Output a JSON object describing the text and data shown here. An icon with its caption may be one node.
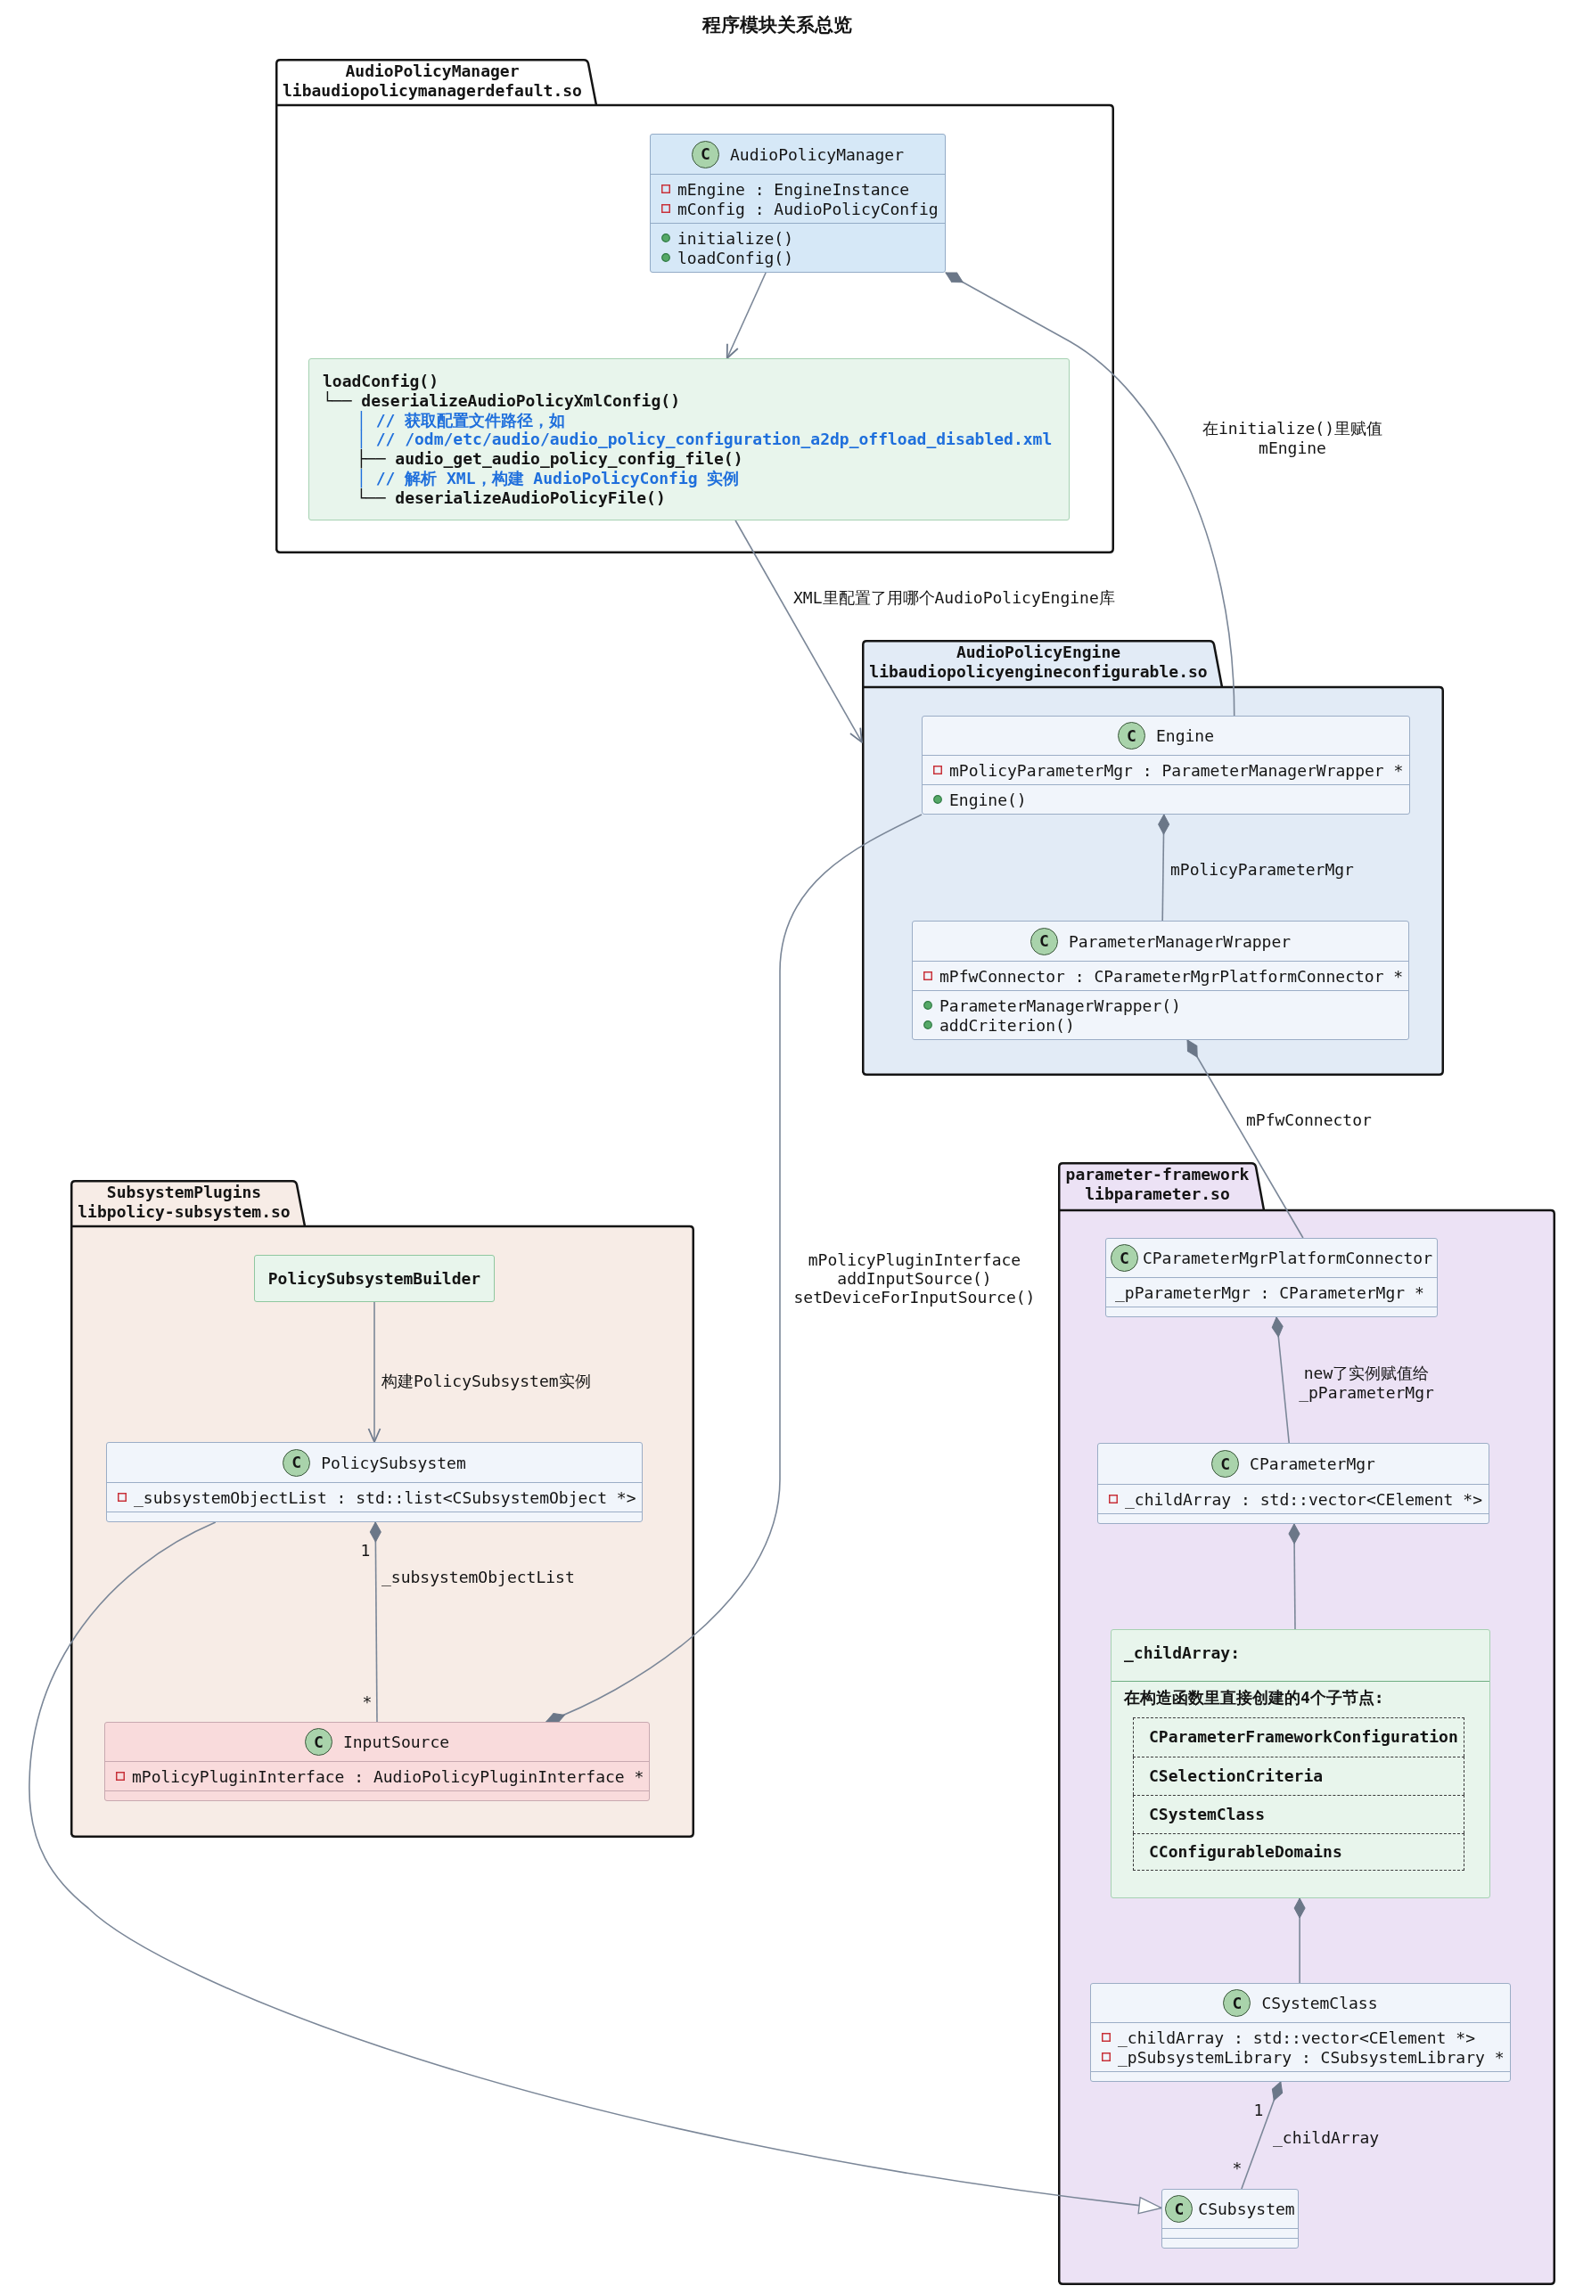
{
  "diagram": {
    "title": "程序模块关系总览",
    "nodes": [
      {
        "text": [
          "AudioPolicyManager",
          "libaudiopolicymanagerdefault.so"
        ]
      },
      {
        "text": [
          "C",
          "AudioPolicyManager",
          "mEngine : EngineInstance",
          "mConfig : AudioPolicyConfig",
          "initialize()",
          "loadConfig()"
        ],
        "in": 0
      },
      {
        "text": [
          "loadConfig()",
          "└── deserializeAudioPolicyXmlConfig()",
          "│ // 获取配置文件路径，如",
          "│ // /odm/etc/audio/audio_policy_configuration_a2dp_offload_disabled.xml",
          "├── audio_get_audio_policy_config_file()",
          "│ // 解析 XML，构建 AudioPolicyConfig 实例",
          "└── deserializeAudioPolicyFile()"
        ],
        "in": 0
      },
      {
        "text": [
          "AudioPolicyEngine",
          "libaudiopolicyengineconfigurable.so"
        ]
      },
      {
        "text": [
          "C",
          "Engine",
          "mPolicyParameterMgr : ParameterManagerWrapper *",
          "Engine()"
        ],
        "in": 3
      },
      {
        "text": [
          "C",
          "ParameterManagerWrapper",
          "mPfwConnector : CParameterMgrPlatformConnector *",
          "ParameterManagerWrapper()",
          "addCriterion()"
        ],
        "in": 3
      },
      {
        "text": [
          "SubsystemPlugins",
          "libpolicy-subsystem.so"
        ]
      },
      {
        "text": [
          "PolicySubsystemBuilder"
        ],
        "in": 6
      },
      {
        "text": [
          "C",
          "PolicySubsystem",
          "_subsystemObjectList : std::list<CSubsystemObject *>"
        ],
        "in": 6
      },
      {
        "text": [
          "C",
          "InputSource",
          "mPolicyPluginInterface : AudioPolicyPluginInterface *"
        ],
        "in": 6
      },
      {
        "text": [
          "parameter-framework",
          "libparameter.so"
        ]
      },
      {
        "text": [
          "C",
          "CParameterMgrPlatformConnector",
          "_pParameterMgr : CParameterMgr *"
        ],
        "in": 10
      },
      {
        "text": [
          "C",
          "CParameterMgr",
          "_childArray : std::vector<CElement *>"
        ],
        "in": 10
      },
      {
        "text": [
          "_childArray:",
          "在构造函数里直接创建的4个子节点:"
        ],
        "in": 10
      },
      {
        "text": [
          "CParameterFrameworkConfiguration"
        ],
        "in": 13
      },
      {
        "text": [
          "CSelectionCriteria"
        ],
        "in": 13
      },
      {
        "text": [
          "CSystemClass"
        ],
        "in": 13
      },
      {
        "text": [
          "CConfigurableDomains"
        ],
        "in": 13
      },
      {
        "text": [
          "C",
          "CSystemClass",
          "_childArray : std::vector<CElement *>",
          "_pSubsystemLibrary : CSubsystemLibrary *"
        ],
        "in": 10
      },
      {
        "text": [
          "C",
          "CSubsystem"
        ],
        "in": 10
      }
    ],
    "edges": [
      {
        "from": 1,
        "to": 2,
        "arrow": "to"
      },
      {
        "from": 1,
        "to": 4,
        "arrow": "other",
        "label": "在initialize()里赋值 mEngine"
      },
      {
        "from": 2,
        "to": 3,
        "arrow": "to",
        "label": "XML里配置了用哪个AudioPolicyEngine库"
      },
      {
        "from": 4,
        "to": 5,
        "arrow": "other",
        "label": "mPolicyParameterMgr"
      },
      {
        "from": 5,
        "to": 11,
        "arrow": "other",
        "label": "mPfwConnector"
      },
      {
        "from": 9,
        "to": 4,
        "arrow": "other",
        "label": "mPolicyPluginInterface addInputSource() setDeviceForInputSource()"
      },
      {
        "from": 11,
        "to": 12,
        "arrow": "other",
        "label": "new了实例赋值给 _pParameterMgr"
      },
      {
        "from": 7,
        "to": 8,
        "arrow": "to",
        "label": "构建PolicySubsystem实例"
      },
      {
        "from": 12,
        "to": 13,
        "arrow": "other"
      },
      {
        "from": 8,
        "to": 9,
        "arrow": "other",
        "label": "_subsystemObjectList"
      },
      {
        "from": 13,
        "to": 18,
        "arrow": "other"
      },
      {
        "from": 18,
        "to": 19,
        "arrow": "other",
        "label": "_childArray"
      },
      {
        "from": 8,
        "to": 19,
        "arrow": "to"
      }
    ],
    "labels": [
      "1",
      "*",
      "1",
      "*"
    ]
  }
}
